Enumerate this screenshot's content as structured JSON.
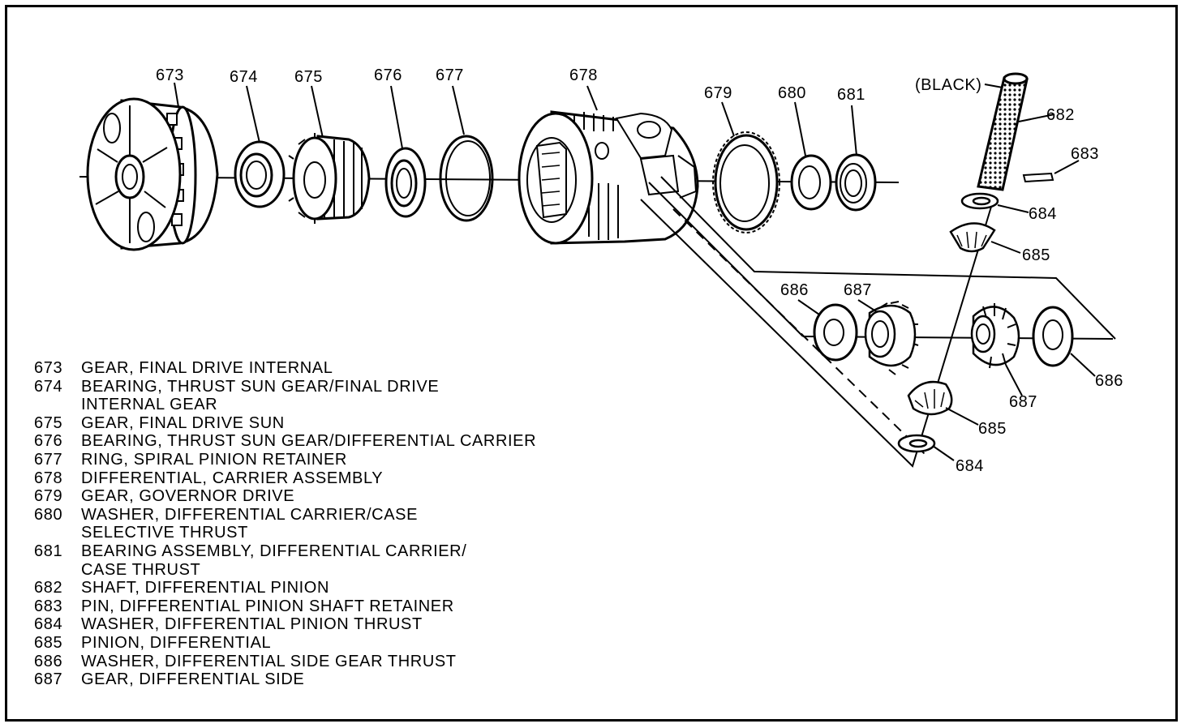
{
  "callouts": {
    "c673": "673",
    "c674": "674",
    "c675": "675",
    "c676": "676",
    "c677": "677",
    "c678": "678",
    "c679": "679",
    "c680": "680",
    "c681": "681",
    "c682": "682",
    "c683": "683",
    "c684a": "684",
    "c685a": "685",
    "c686a": "686",
    "c687a": "687",
    "c687b": "687",
    "c686b": "686",
    "c685b": "685",
    "c684b": "684",
    "black": "(BLACK)"
  },
  "legend": [
    {
      "num": "673",
      "desc": "GEAR, FINAL DRIVE INTERNAL"
    },
    {
      "num": "674",
      "desc": "BEARING, THRUST SUN GEAR/FINAL DRIVE\nINTERNAL GEAR"
    },
    {
      "num": "675",
      "desc": "GEAR, FINAL DRIVE SUN"
    },
    {
      "num": "676",
      "desc": "BEARING, THRUST SUN GEAR/DIFFERENTIAL CARRIER"
    },
    {
      "num": "677",
      "desc": "RING, SPIRAL PINION RETAINER"
    },
    {
      "num": "678",
      "desc": "DIFFERENTIAL, CARRIER ASSEMBLY"
    },
    {
      "num": "679",
      "desc": "GEAR, GOVERNOR DRIVE"
    },
    {
      "num": "680",
      "desc": "WASHER, DIFFERENTIAL CARRIER/CASE\nSELECTIVE THRUST"
    },
    {
      "num": "681",
      "desc": "BEARING ASSEMBLY, DIFFERENTIAL CARRIER/\nCASE THRUST"
    },
    {
      "num": "682",
      "desc": "SHAFT, DIFFERENTIAL PINION"
    },
    {
      "num": "683",
      "desc": "PIN, DIFFERENTIAL PINION SHAFT RETAINER"
    },
    {
      "num": "684",
      "desc": "WASHER, DIFFERENTIAL PINION THRUST"
    },
    {
      "num": "685",
      "desc": "PINION, DIFFERENTIAL"
    },
    {
      "num": "686",
      "desc": "WASHER, DIFFERENTIAL SIDE GEAR THRUST"
    },
    {
      "num": "687",
      "desc": "GEAR, DIFFERENTIAL SIDE"
    }
  ]
}
